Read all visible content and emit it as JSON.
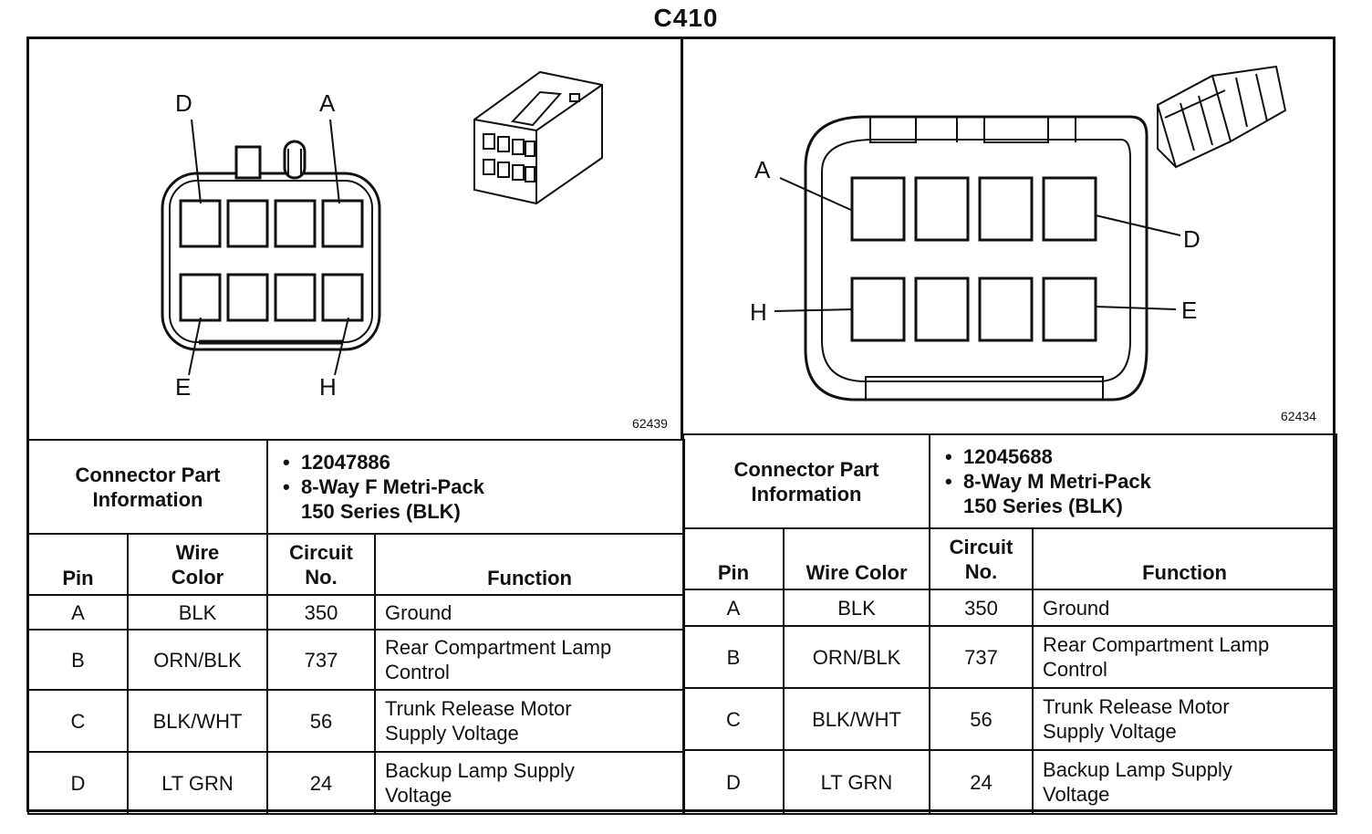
{
  "title": "C410",
  "left": {
    "figure_code": "62439",
    "pin_labels": {
      "top_left": "D",
      "top_right": "A",
      "bottom_left": "E",
      "bottom_right": "H"
    },
    "part_info_label_1": "Connector Part",
    "part_info_label_2": "Information",
    "part_number": "12047886",
    "part_desc_1": "8-Way F Metri-Pack",
    "part_desc_2": "150 Series (BLK)",
    "headers": {
      "pin": "Pin",
      "wire_1": "Wire",
      "wire_2": "Color",
      "circuit_1": "Circuit",
      "circuit_2": "No.",
      "function": "Function"
    },
    "rows": [
      {
        "pin": "A",
        "wire": "BLK",
        "circuit": "350",
        "func_1": "Ground",
        "func_2": ""
      },
      {
        "pin": "B",
        "wire": "ORN/BLK",
        "circuit": "737",
        "func_1": "Rear Compartment Lamp",
        "func_2": "Control"
      },
      {
        "pin": "C",
        "wire": "BLK/WHT",
        "circuit": "56",
        "func_1": "Trunk Release Motor",
        "func_2": "Supply Voltage"
      },
      {
        "pin": "D",
        "wire": "LT GRN",
        "circuit": "24",
        "func_1": "Backup Lamp Supply",
        "func_2": "Voltage"
      }
    ]
  },
  "right": {
    "figure_code": "62434",
    "pin_labels": {
      "top_left": "A",
      "top_right": "D",
      "bottom_left": "H",
      "bottom_right": "E"
    },
    "part_info_label_1": "Connector Part",
    "part_info_label_2": "Information",
    "part_number": "12045688",
    "part_desc_1": "8-Way M Metri-Pack",
    "part_desc_2": "150 Series (BLK)",
    "headers": {
      "pin": "Pin",
      "wire": "Wire Color",
      "circuit_1": "Circuit",
      "circuit_2": "No.",
      "function": "Function"
    },
    "rows": [
      {
        "pin": "A",
        "wire": "BLK",
        "circuit": "350",
        "func_1": "Ground",
        "func_2": ""
      },
      {
        "pin": "B",
        "wire": "ORN/BLK",
        "circuit": "737",
        "func_1": "Rear Compartment Lamp",
        "func_2": "Control"
      },
      {
        "pin": "C",
        "wire": "BLK/WHT",
        "circuit": "56",
        "func_1": "Trunk Release Motor",
        "func_2": "Supply Voltage"
      },
      {
        "pin": "D",
        "wire": "LT GRN",
        "circuit": "24",
        "func_1": "Backup Lamp Supply",
        "func_2": "Voltage"
      }
    ]
  }
}
